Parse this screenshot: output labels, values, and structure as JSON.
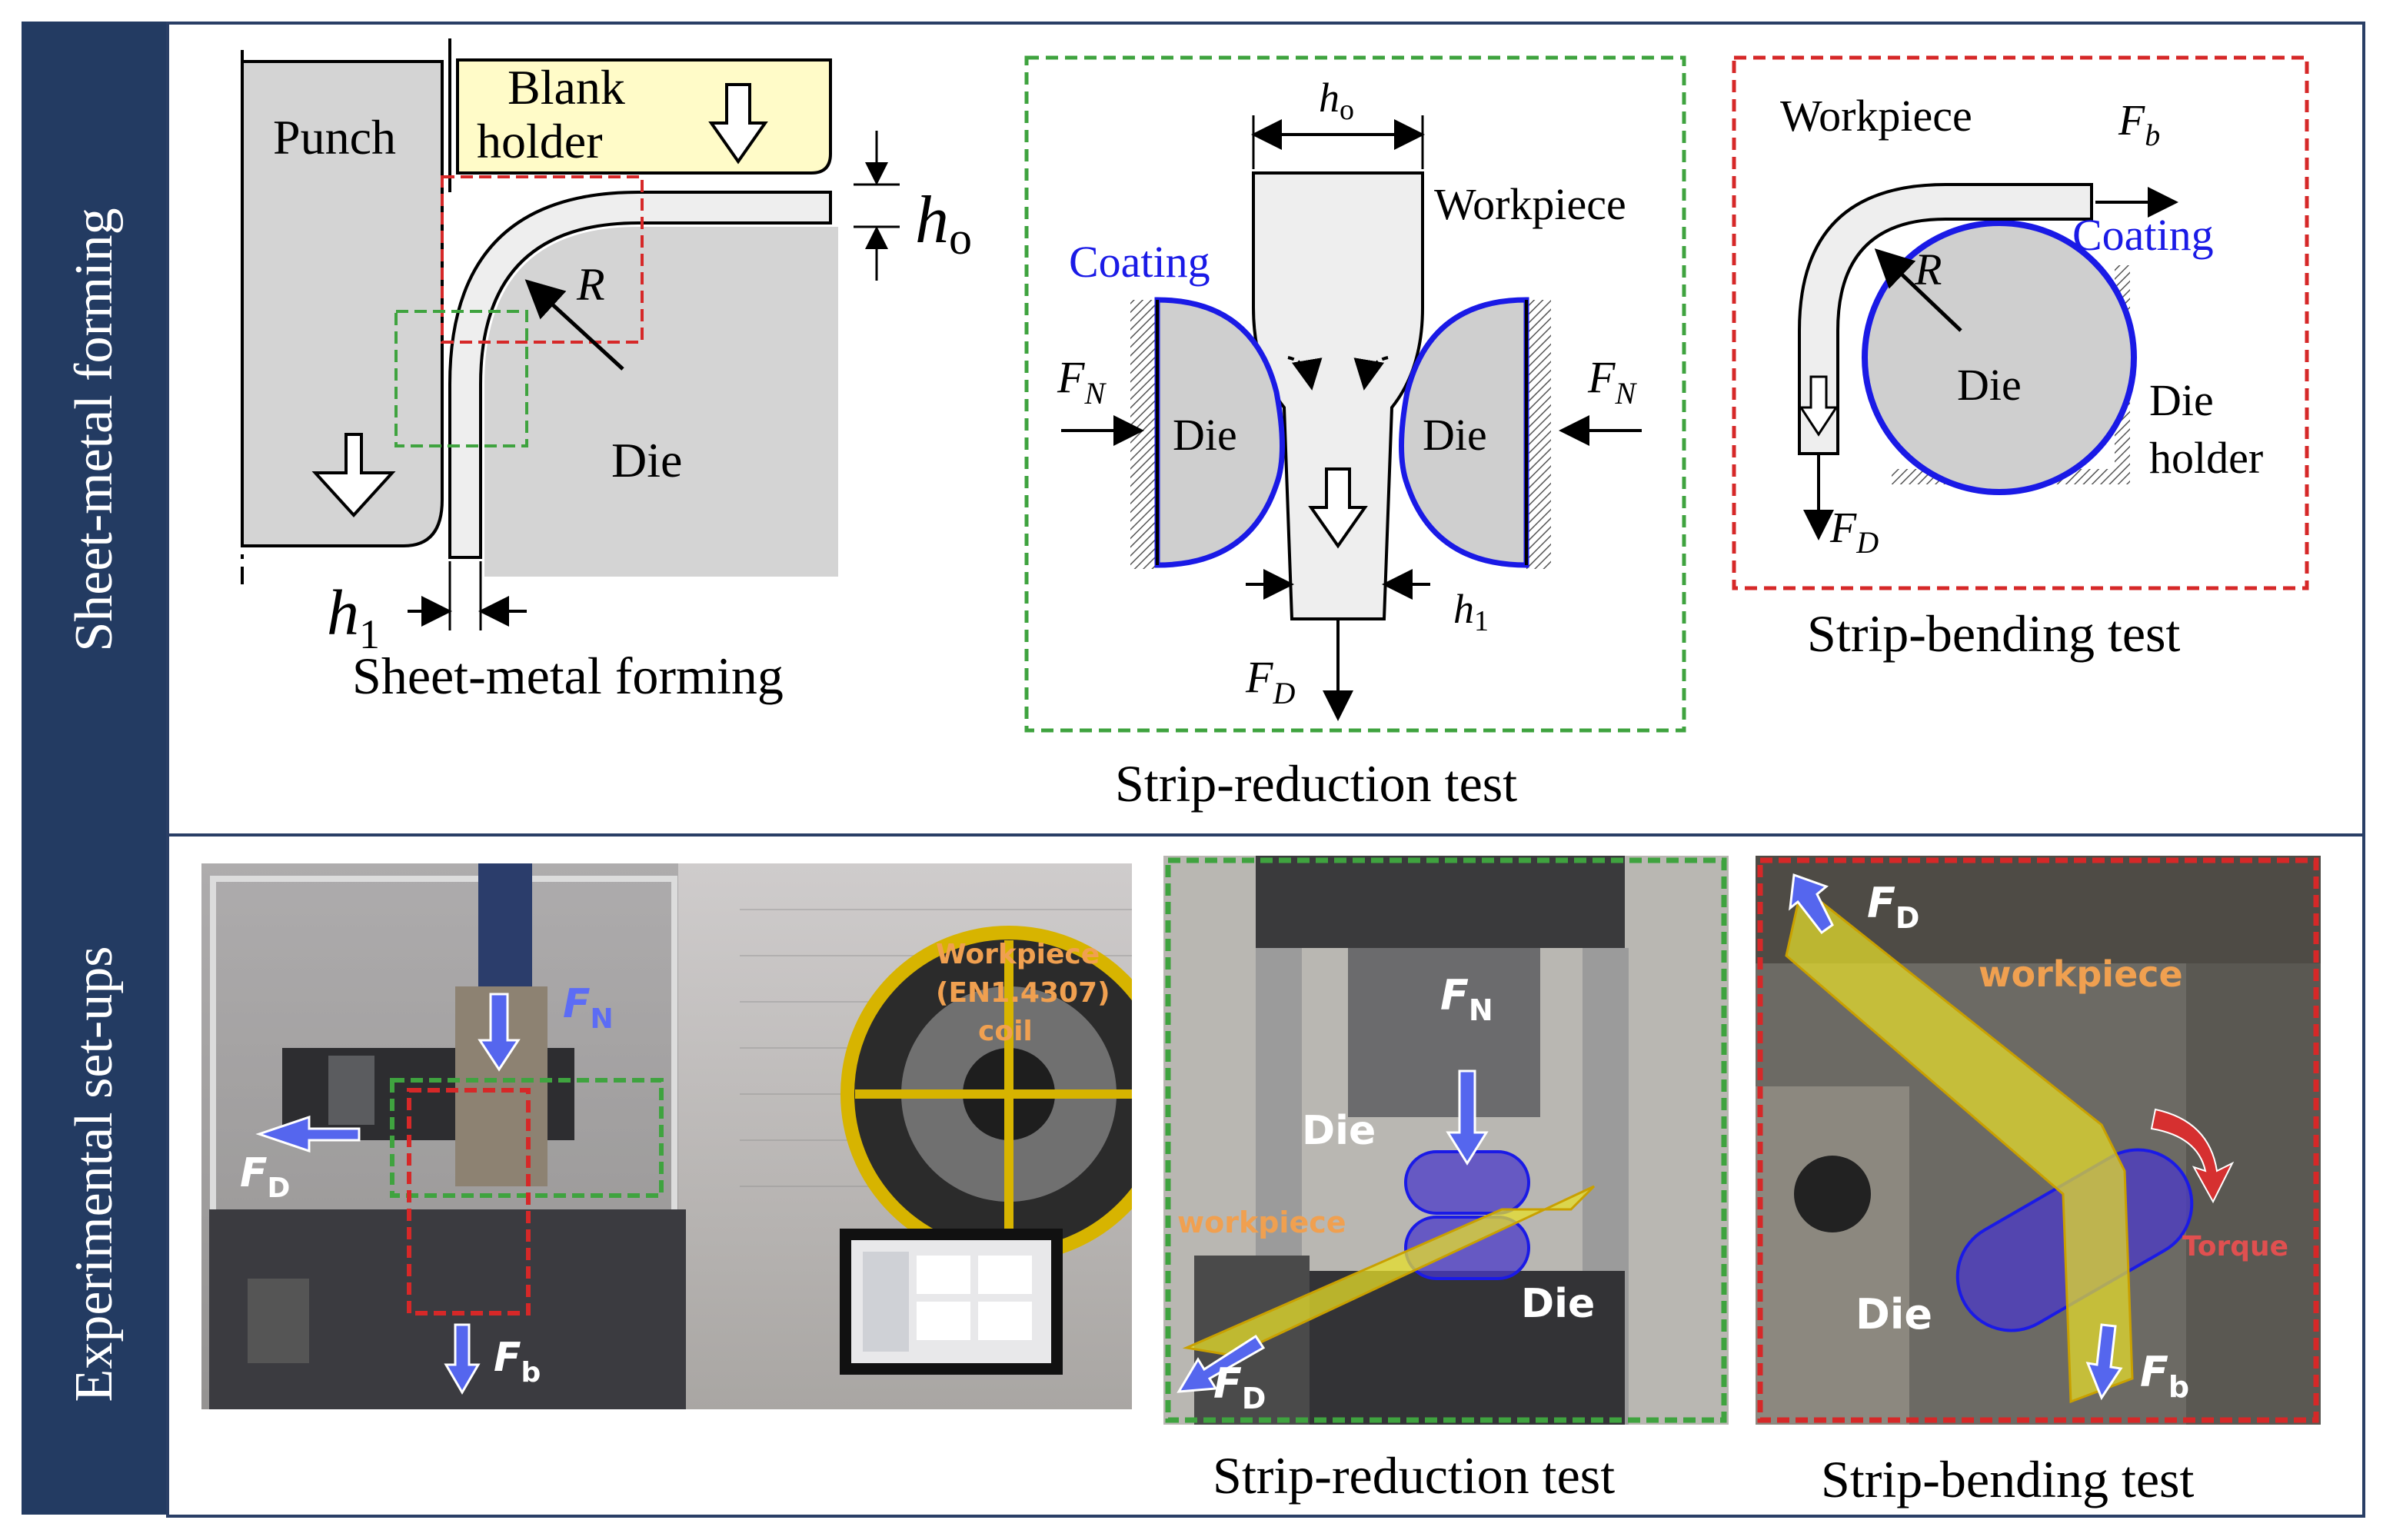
{
  "sidebar": {
    "top_label": "Sheet-metal forming",
    "bottom_label": "Experimental set-ups"
  },
  "colors": {
    "sidebar": "#233b62",
    "green_box": "#3fa33f",
    "red_box": "#d62828",
    "coating": "#1a1ae6",
    "blank_holder": "#fffbc8",
    "die_grey": "#d4d4d4",
    "arrow_blue": "#5566ee",
    "label_orange": "#f0a050",
    "workpiece_yellow": "#e7df2a"
  },
  "sheet_forming": {
    "punch": "Punch",
    "blank_holder_line1": "Blank",
    "blank_holder_line2": "holder",
    "radius": "R",
    "die": "Die",
    "h0_main": "h",
    "h0_sub": "o",
    "h1_main": "h",
    "h1_sub": "1",
    "caption": "Sheet-metal forming"
  },
  "strip_reduction": {
    "h0_main": "h",
    "h0_sub": "o",
    "workpiece": "Workpiece",
    "coating": "Coating",
    "fn_main": "F",
    "fn_sub": "N",
    "die": "Die",
    "h1_main": "h",
    "h1_sub": "1",
    "fd_main": "F",
    "fd_sub": "D",
    "caption": "Strip-reduction test"
  },
  "strip_bending": {
    "workpiece": "Workpiece",
    "fb_main": "F",
    "fb_sub": "b",
    "coating": "Coating",
    "radius": "R",
    "die": "Die",
    "die_holder_line1": "Die",
    "die_holder_line2": "holder",
    "fd_main": "F",
    "fd_sub": "D",
    "caption": "Strip-bending test"
  },
  "photo_setup": {
    "fn_main": "F",
    "fn_sub": "N",
    "fd_main": "F",
    "fd_sub": "D",
    "fb_main": "F",
    "fb_sub": "b",
    "coil_line1": "Workpiece",
    "coil_line2": "(EN1.4307)",
    "coil_line3": "coil"
  },
  "photo_reduction": {
    "fn_main": "F",
    "fn_sub": "N",
    "die_top": "Die",
    "workpiece": "workpiece",
    "die_bottom": "Die",
    "fd_main": "F",
    "fd_sub": "D",
    "caption": "Strip-reduction test"
  },
  "photo_bending": {
    "fd_main": "F",
    "fd_sub": "D",
    "workpiece": "workpiece",
    "torque": "Torque",
    "die": "Die",
    "fb_main": "F",
    "fb_sub": "b",
    "caption": "Strip-bending test"
  }
}
